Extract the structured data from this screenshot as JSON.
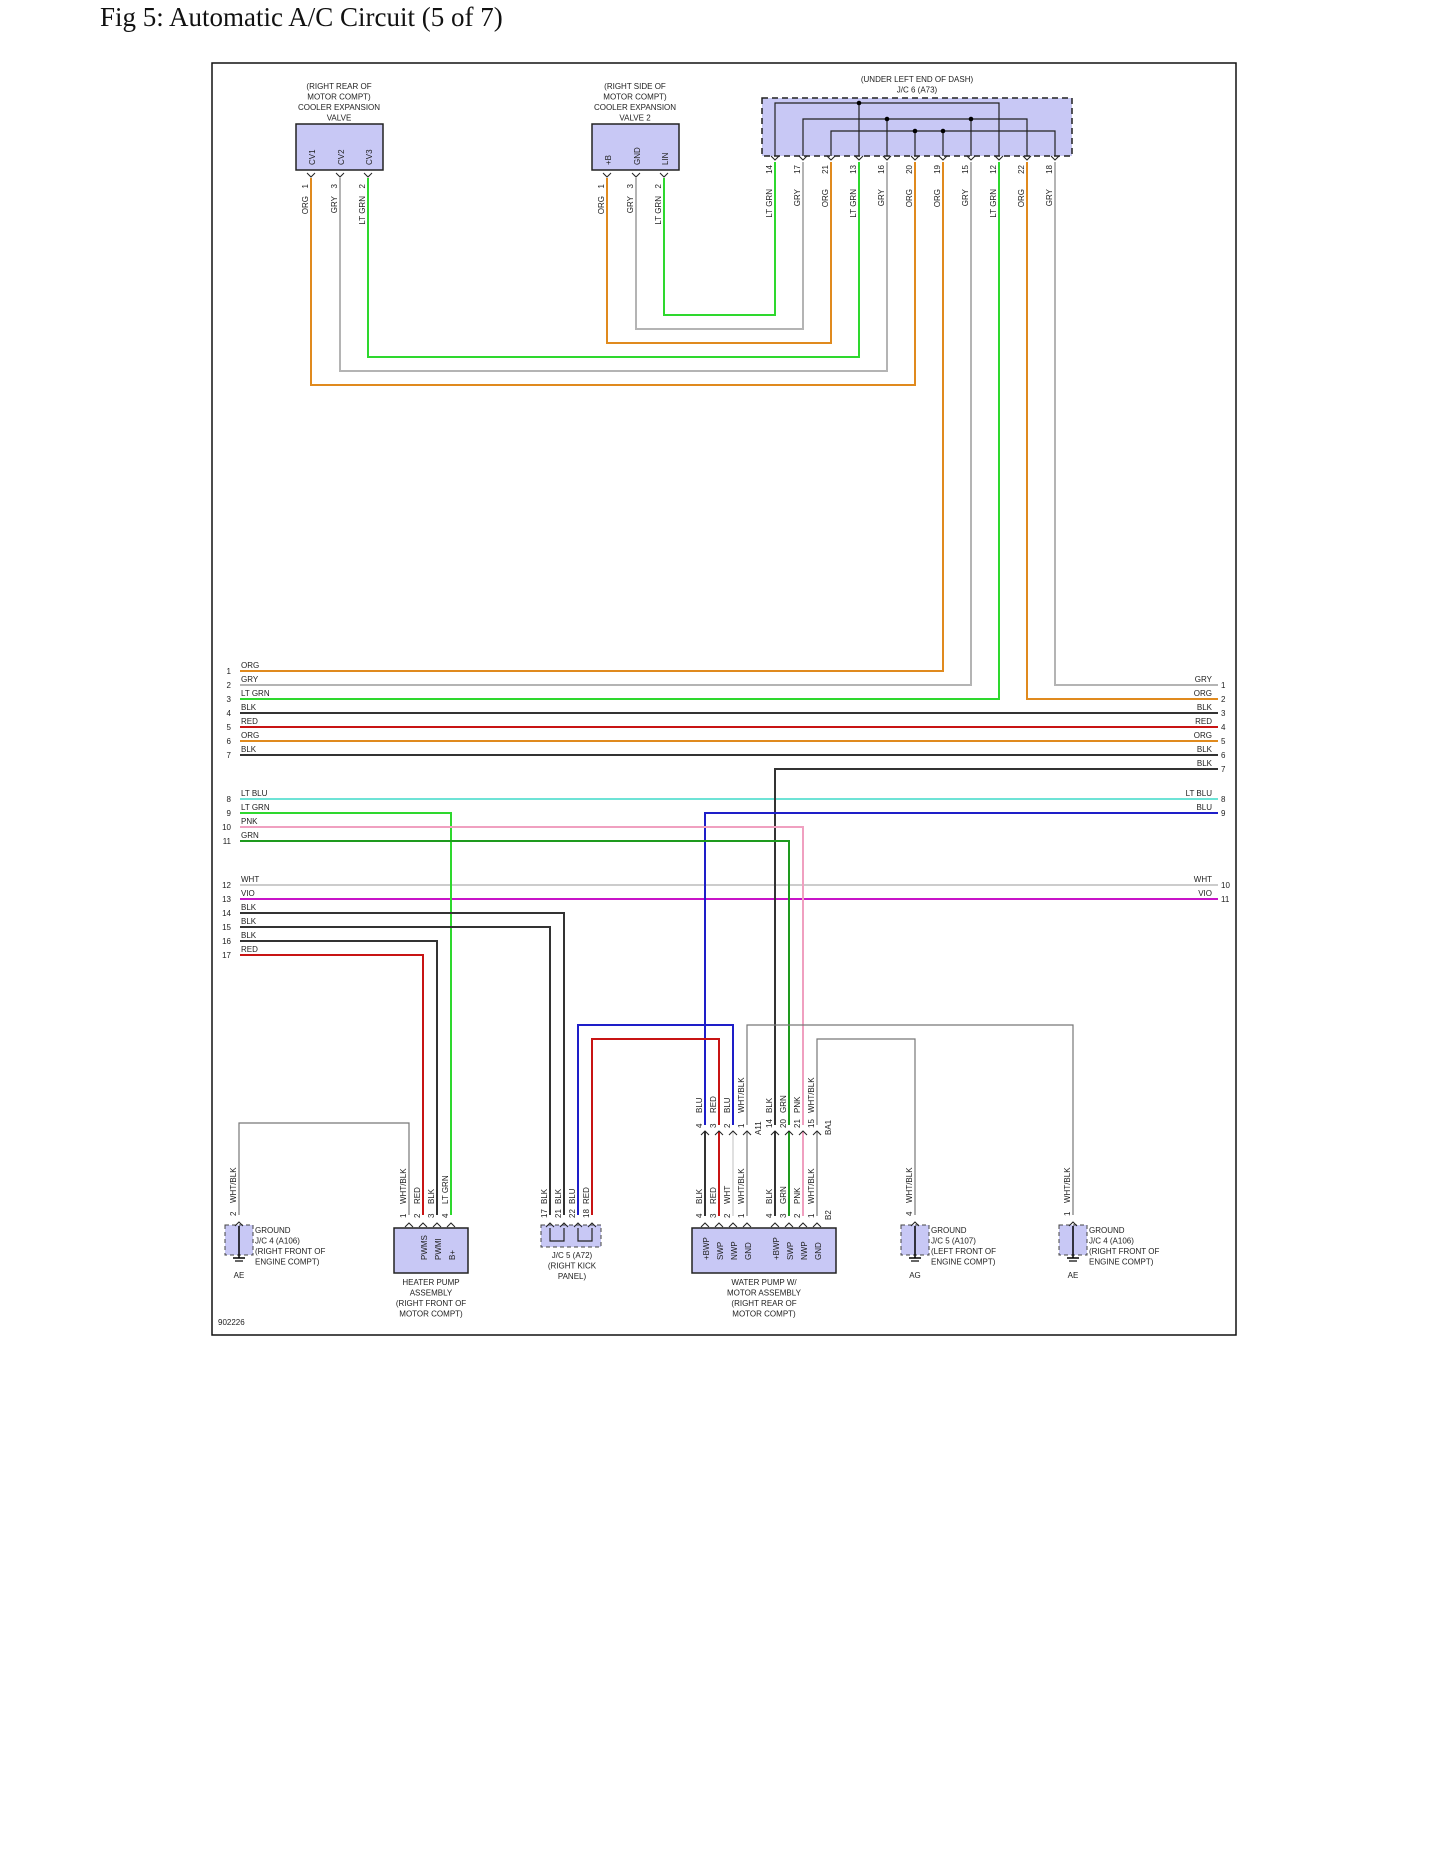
{
  "page": {
    "title": "Fig 5: Automatic A/C Circuit (5 of 7)",
    "figure_id": "902226"
  },
  "colors": {
    "ORG": "#e08a1e",
    "GRY": "#b4b4b4",
    "LT GRN": "#2ed82e",
    "BLK": "#333333",
    "RED": "#c81414",
    "LT BLU": "#6de3d6",
    "PNK": "#f0a0c0",
    "GRN": "#1e9a1e",
    "WHT": "#cccccc",
    "VIO": "#c814c8",
    "BLU": "#1e1ec8",
    "WHT/BLK": "#777777",
    "component_fill": "#c8c8f5"
  },
  "components": {
    "valve1": {
      "label": [
        "(RIGHT REAR OF",
        "MOTOR COMPT)",
        "COOLER EXPANSION",
        "VALVE"
      ],
      "terminals": [
        {
          "name": "CV1",
          "pin": "1",
          "wire": "ORG"
        },
        {
          "name": "CV2",
          "pin": "3",
          "wire": "GRY"
        },
        {
          "name": "CV3",
          "pin": "2",
          "wire": "LT GRN"
        }
      ]
    },
    "valve2": {
      "label": [
        "(RIGHT SIDE OF",
        "MOTOR COMPT)",
        "COOLER EXPANSION",
        "VALVE 2"
      ],
      "terminals": [
        {
          "name": "+B",
          "pin": "1",
          "wire": "ORG"
        },
        {
          "name": "GND",
          "pin": "3",
          "wire": "GRY"
        },
        {
          "name": "LIN",
          "pin": "2",
          "wire": "LT GRN"
        }
      ]
    },
    "jc6": {
      "label": [
        "(UNDER LEFT END OF DASH)",
        "J/C 6 (A73)"
      ],
      "pins": [
        {
          "pin": "14",
          "wire": "LT GRN"
        },
        {
          "pin": "17",
          "wire": "GRY"
        },
        {
          "pin": "21",
          "wire": "ORG"
        },
        {
          "pin": "13",
          "wire": "LT GRN"
        },
        {
          "pin": "16",
          "wire": "GRY"
        },
        {
          "pin": "20",
          "wire": "ORG"
        },
        {
          "pin": "19",
          "wire": "ORG"
        },
        {
          "pin": "15",
          "wire": "GRY"
        },
        {
          "pin": "12",
          "wire": "LT GRN"
        },
        {
          "pin": "22",
          "wire": "ORG"
        },
        {
          "pin": "18",
          "wire": "GRY"
        }
      ]
    },
    "ground_left": {
      "label": [
        "GROUND",
        "J/C 4 (A106)",
        "(RIGHT FRONT OF",
        "ENGINE COMPT)"
      ],
      "pin": "2",
      "wire": "WHT/BLK",
      "ground_id": "AE"
    },
    "heater_pump": {
      "label": [
        "HEATER PUMP",
        "ASSEMBLY",
        "(RIGHT FRONT OF",
        "MOTOR COMPT)"
      ],
      "terminals": [
        {
          "name": "",
          "pin": "1",
          "wire": "WHT/BLK"
        },
        {
          "name": "PWMS",
          "pin": "2",
          "wire": "RED"
        },
        {
          "name": "PWMI",
          "pin": "3",
          "wire": "BLK"
        },
        {
          "name": "B+",
          "pin": "4",
          "wire": "LT GRN"
        }
      ]
    },
    "jc5_kick": {
      "label": [
        "J/C 5 (A72)",
        "(RIGHT KICK",
        "PANEL)"
      ],
      "pins": [
        {
          "pin": "17",
          "wire": "BLK"
        },
        {
          "pin": "21",
          "wire": "BLK"
        },
        {
          "pin": "22",
          "wire": "BLU"
        },
        {
          "pin": "18",
          "wire": "RED"
        }
      ]
    },
    "water_pump": {
      "label": [
        "WATER PUMP W/",
        "MOTOR ASSEMBLY",
        "(RIGHT REAR OF",
        "MOTOR COMPT)"
      ],
      "connector_a": "A11",
      "connector_b": "B2",
      "connector_c": "BA1",
      "terminals": [
        {
          "name": "+BWP",
          "pin": "4",
          "wire": "BLK",
          "upper_wire": "BLU",
          "upper_pin": "4"
        },
        {
          "name": "SWP",
          "pin": "3",
          "wire": "RED",
          "upper_wire": "RED",
          "upper_pin": "3"
        },
        {
          "name": "NWP",
          "pin": "2",
          "wire": "WHT",
          "upper_wire": "BLU",
          "upper_pin": "2"
        },
        {
          "name": "GND",
          "pin": "1",
          "wire": "WHT/BLK",
          "upper_wire": "WHT/BLK",
          "upper_pin": "1"
        },
        {
          "name": "+BWP",
          "pin": "4",
          "wire": "BLK",
          "upper_wire": "BLK",
          "upper_pin": "14"
        },
        {
          "name": "SWP",
          "pin": "3",
          "wire": "GRN",
          "upper_wire": "GRN",
          "upper_pin": "20"
        },
        {
          "name": "NWP",
          "pin": "2",
          "wire": "PNK",
          "upper_wire": "PNK",
          "upper_pin": "21"
        },
        {
          "name": "GND",
          "pin": "1",
          "wire": "WHT/BLK",
          "upper_wire": "WHT/BLK",
          "upper_pin": "15"
        }
      ]
    },
    "ground_mid": {
      "label": [
        "GROUND",
        "J/C 5 (A107)",
        "(LEFT FRONT OF",
        "ENGINE COMPT)"
      ],
      "pin": "4",
      "wire": "WHT/BLK",
      "ground_id": "AG"
    },
    "ground_right": {
      "label": [
        "GROUND",
        "J/C 4 (A106)",
        "(RIGHT FRONT OF",
        "ENGINE COMPT)"
      ],
      "pin": "1",
      "wire": "WHT/BLK",
      "ground_id": "AE"
    }
  },
  "left_wires": [
    {
      "num": "1",
      "color": "ORG"
    },
    {
      "num": "2",
      "color": "GRY"
    },
    {
      "num": "3",
      "color": "LT GRN"
    },
    {
      "num": "4",
      "color": "BLK"
    },
    {
      "num": "5",
      "color": "RED"
    },
    {
      "num": "6",
      "color": "ORG"
    },
    {
      "num": "7",
      "color": "BLK"
    },
    {
      "num": "8",
      "color": "LT BLU"
    },
    {
      "num": "9",
      "color": "LT GRN"
    },
    {
      "num": "10",
      "color": "PNK"
    },
    {
      "num": "11",
      "color": "GRN"
    },
    {
      "num": "12",
      "color": "WHT"
    },
    {
      "num": "13",
      "color": "VIO"
    },
    {
      "num": "14",
      "color": "BLK"
    },
    {
      "num": "15",
      "color": "BLK"
    },
    {
      "num": "16",
      "color": "BLK"
    },
    {
      "num": "17",
      "color": "RED"
    }
  ],
  "right_wires": [
    {
      "num": "1",
      "color": "GRY"
    },
    {
      "num": "2",
      "color": "ORG"
    },
    {
      "num": "3",
      "color": "BLK"
    },
    {
      "num": "4",
      "color": "RED"
    },
    {
      "num": "5",
      "color": "ORG"
    },
    {
      "num": "6",
      "color": "BLK"
    },
    {
      "num": "7",
      "color": "BLK"
    },
    {
      "num": "8",
      "color": "LT BLU"
    },
    {
      "num": "9",
      "color": "BLU"
    },
    {
      "num": "10",
      "color": "WHT"
    },
    {
      "num": "11",
      "color": "VIO"
    }
  ]
}
